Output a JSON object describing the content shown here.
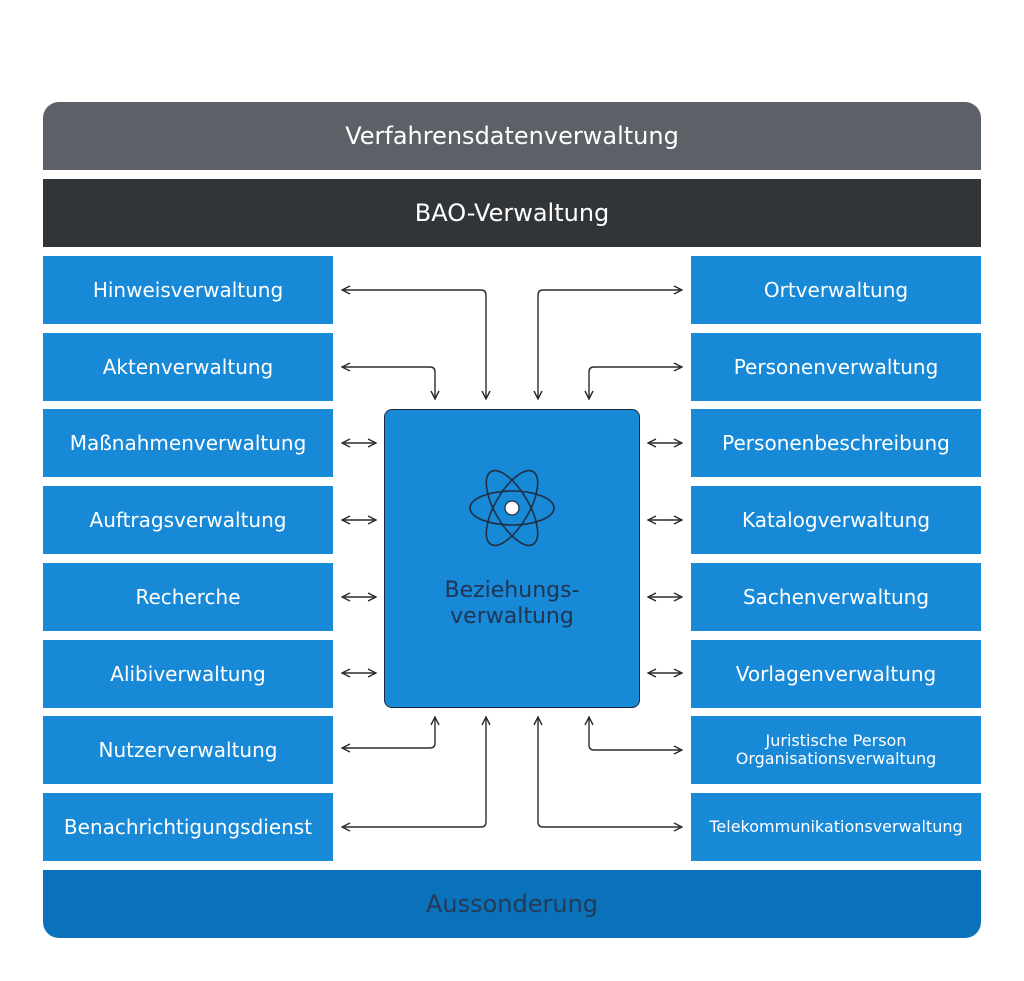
{
  "header": {
    "top_bar": "Verfahrensdatenverwaltung",
    "second_bar": "BAO-Verwaltung"
  },
  "left_modules": [
    "Hinweisverwaltung",
    "Aktenverwaltung",
    "Maßnahmenverwaltung",
    "Auftragsverwaltung",
    "Recherche",
    "Alibiverwaltung",
    "Nutzerverwaltung",
    "Benachrichtigungsdienst"
  ],
  "right_modules": [
    "Ortverwaltung",
    "Personenverwaltung",
    "Personenbeschreibung",
    "Katalogverwaltung",
    "Sachenverwaltung",
    "Vorlagenverwaltung",
    "Juristische Person\nOrganisationsverwaltung",
    "Telekommunikationsverwaltung"
  ],
  "center": {
    "label": "Beziehungs-\nverwaltung",
    "icon": "atom-icon"
  },
  "footer": {
    "bottom_bar": "Aussonderung"
  },
  "colors": {
    "top_bar": "#5b6167",
    "second_bar": "#323538",
    "module": "#1889d7",
    "bottom_bar": "#0a72bb",
    "arrow": "#2b2b2b"
  }
}
